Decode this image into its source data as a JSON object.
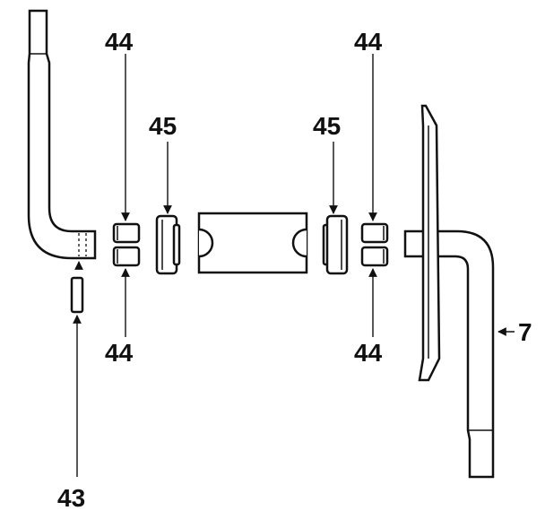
{
  "diagram": {
    "labels": {
      "top_left_44": "44",
      "bottom_left_44": "44",
      "top_right_44": "44",
      "bottom_right_44": "44",
      "left_45": "45",
      "right_45": "45",
      "pin_43": "43",
      "crank_7": "7"
    }
  }
}
